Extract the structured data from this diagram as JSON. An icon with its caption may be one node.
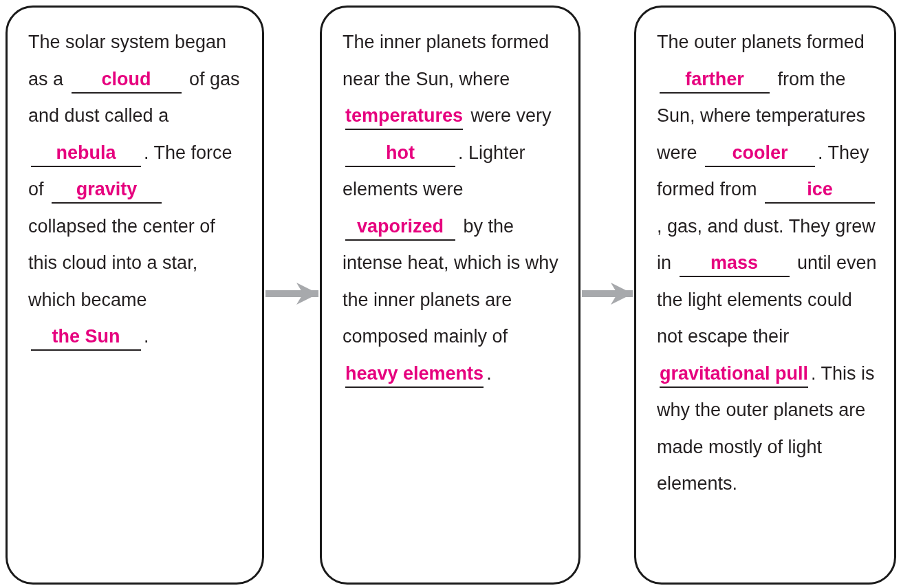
{
  "diagram": {
    "nodes": [
      {
        "text": [
          "The solar system began as a **cloud** of gas and dust called a **nebula**. The force of **gravity** collapsed the center of this cloud into a star, which became **the Sun**."
        ]
      },
      {
        "text": [
          "The inner planets formed near the Sun, where **temperatures** were very **hot**. Lighter elements were **vaporized** by the intense heat, which is why the inner planets are composed mainly of **heavy elements**."
        ]
      },
      {
        "text": [
          "The outer planets formed **farther** from the Sun, where temperatures were **cooler**. They formed from **ice**, gas, and dust. They grew in **mass** until even the light elements could not escape their **gravitational pull**. This is why the outer planets are made mostly of light elements."
        ]
      }
    ],
    "edges": [
      {
        "from": 0,
        "to": 1,
        "arrow": "to"
      },
      {
        "from": 1,
        "to": 2,
        "arrow": "to"
      }
    ]
  }
}
